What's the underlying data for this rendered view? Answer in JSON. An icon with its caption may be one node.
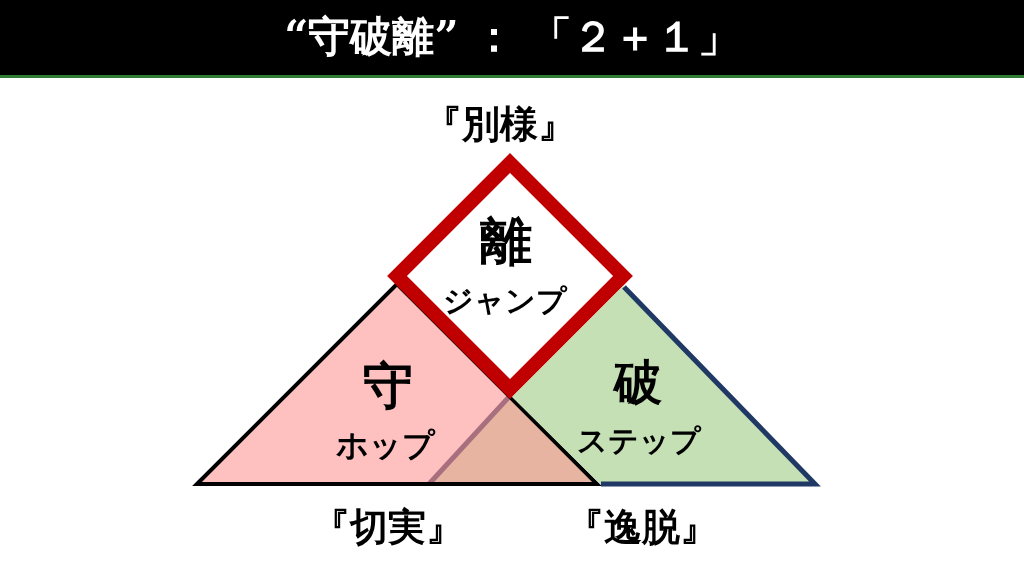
{
  "diagram": {
    "title": "“守破離” ： 「２＋１」",
    "nodes": [
      {
        "text": [
          "離",
          "ジャンプ"
        ],
        "beside": [
          "『別様』"
        ]
      },
      {
        "text": [
          "守",
          "ホップ"
        ],
        "beside": [
          "『切実』"
        ]
      },
      {
        "text": [
          "破",
          "ステップ"
        ],
        "beside": [
          "『逸脱』"
        ]
      }
    ]
  }
}
